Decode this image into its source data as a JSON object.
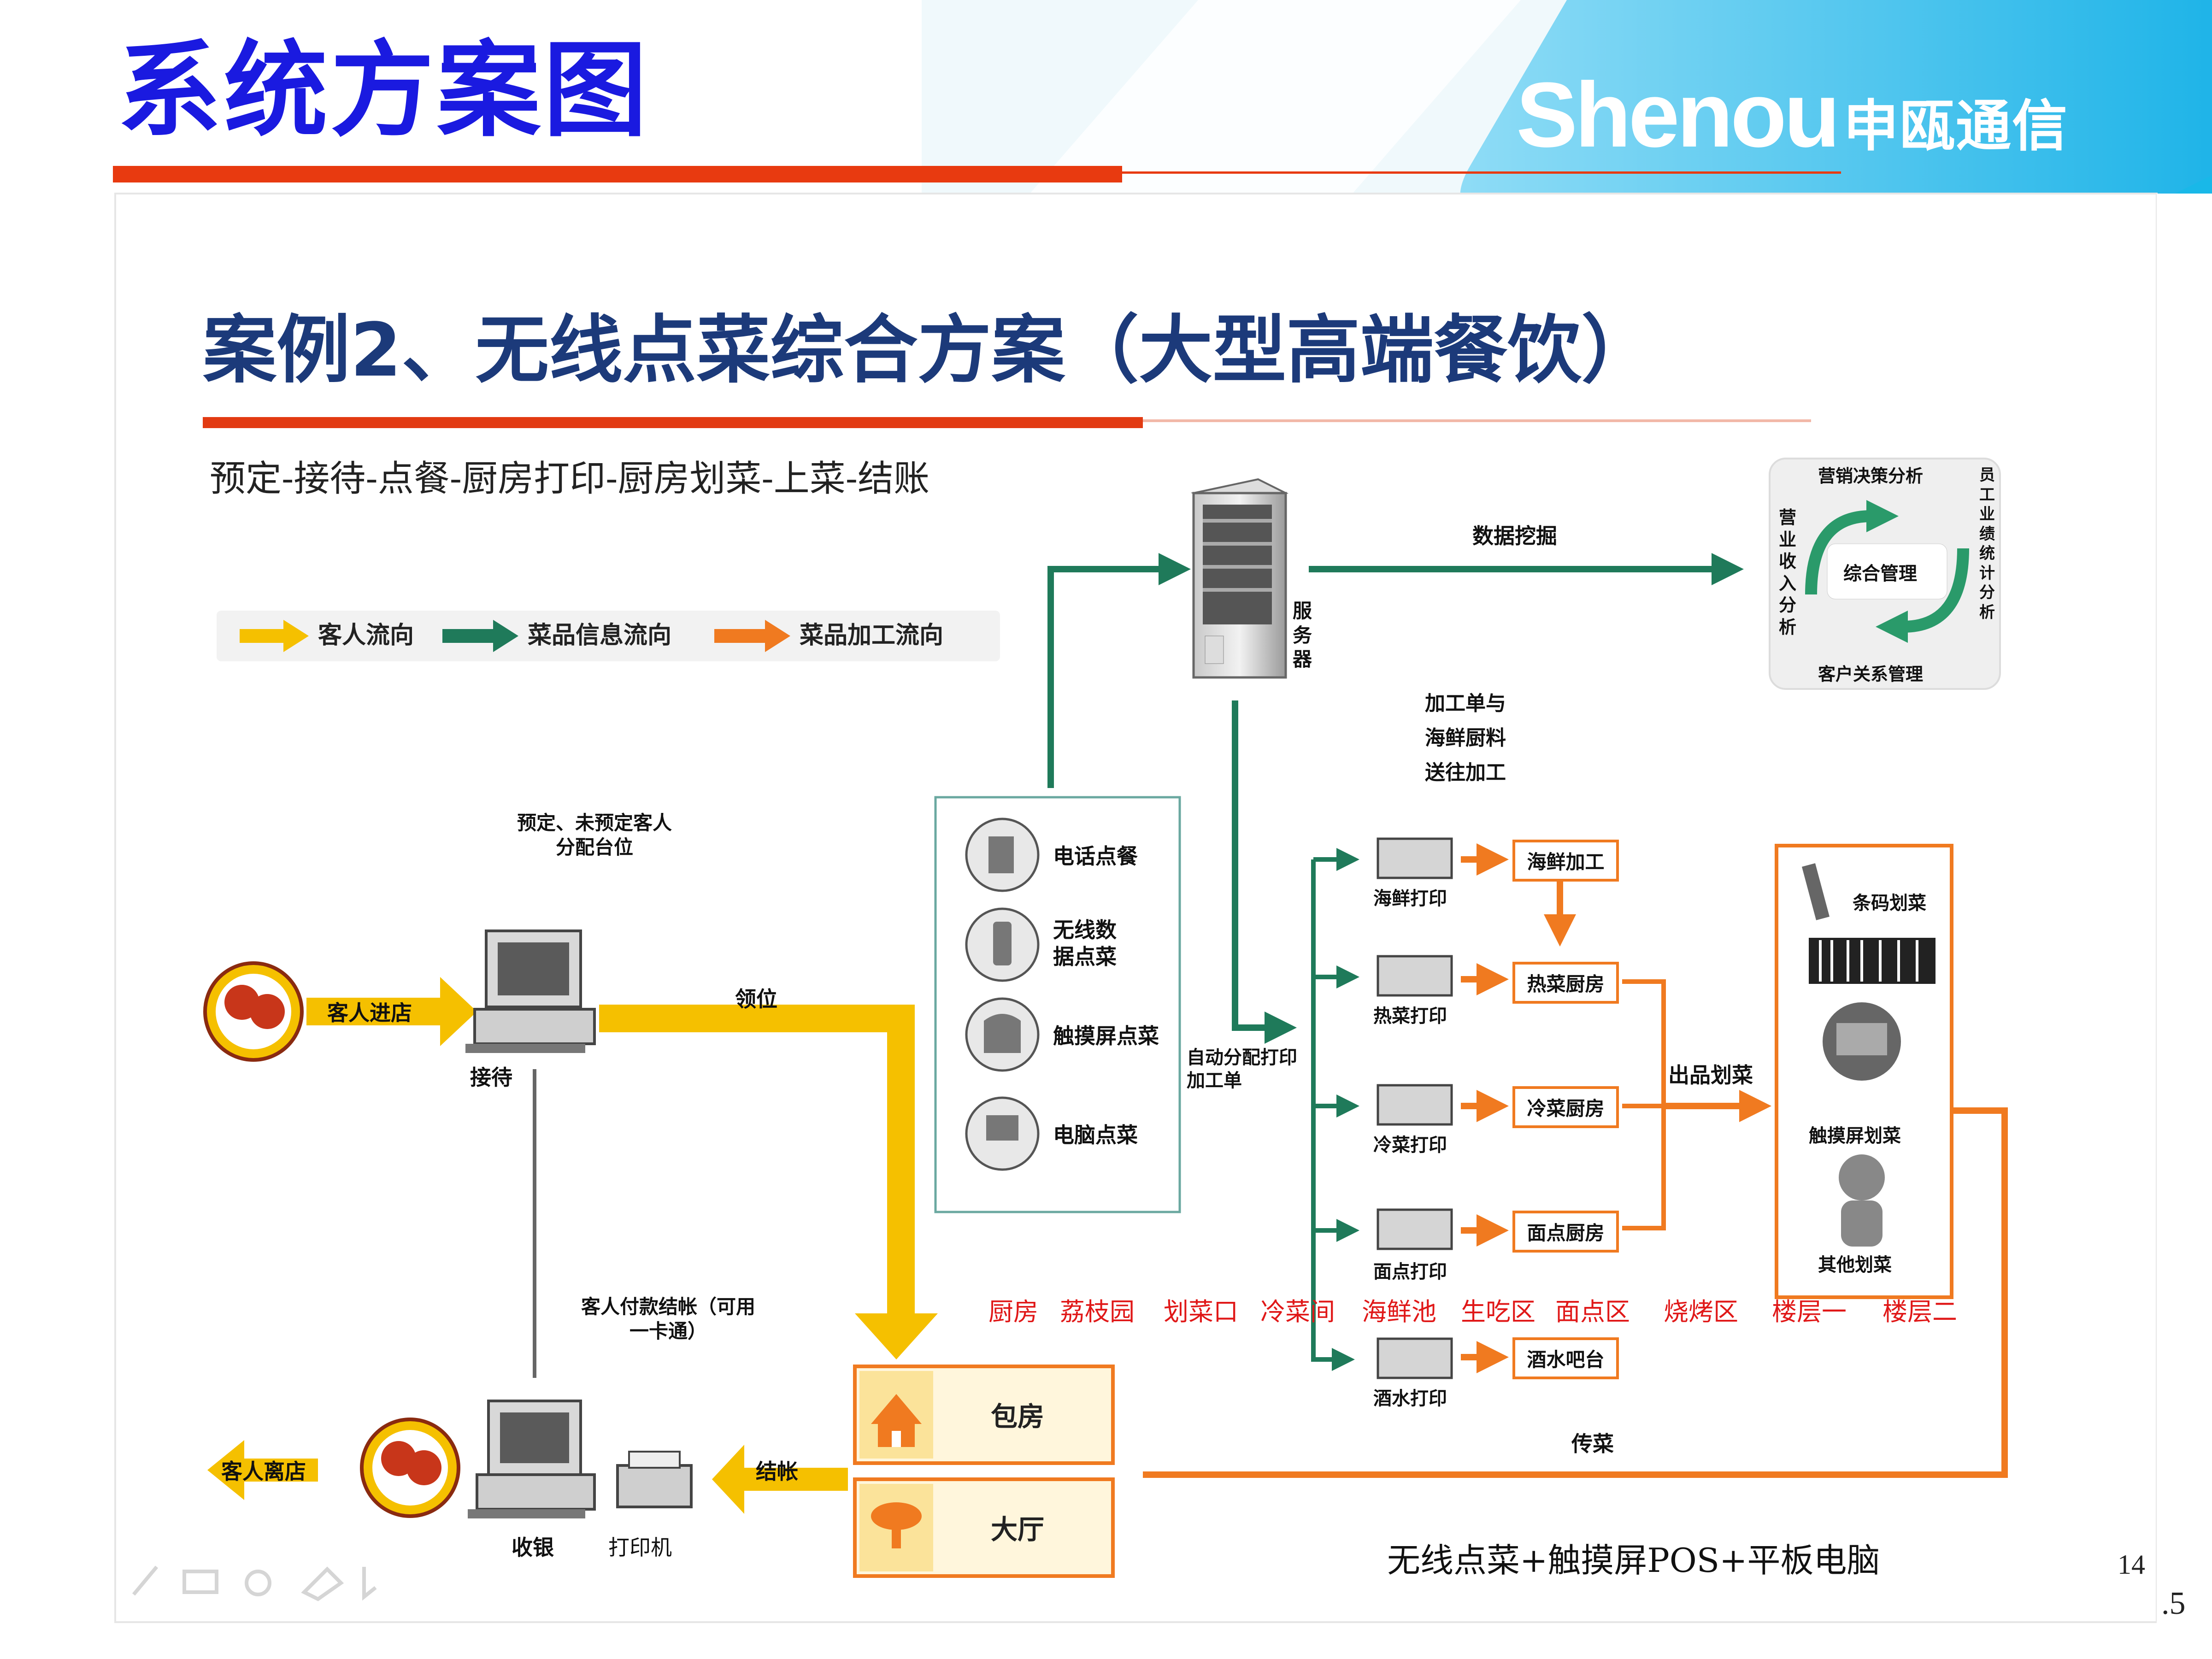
{
  "slide": {
    "title": "系统方案图",
    "brand": "Shenou",
    "brand_cn": "申瓯通信",
    "page_number": "14",
    "page_suffix": ".5"
  },
  "diagram": {
    "case_title": "案例2、无线点菜综合方案（大型高端餐饮）",
    "flow_steps": "预定-接待-点餐-厨房打印-厨房划菜-上菜-结账",
    "legend": [
      "客人流向",
      "菜品信息流向",
      "菜品加工流向"
    ],
    "server_label": "服务器",
    "data_mining": "数据挖掘",
    "analysis": {
      "top": "营销决策分析",
      "left": "营业收入分析",
      "right": "员工业绩统计分析",
      "center": "综合管理",
      "bottom": "客户关系管理"
    },
    "process_note": "加工单与海鲜厨料送往加工",
    "reception_note": "预定、未预定客人分配台位",
    "guest_arrive": "客人进店",
    "guest_leave": "客人离店",
    "reception_label": "接待",
    "lead_seat": "领位",
    "checkout_note": "客人付款结帐（可用一卡通）",
    "pay": "结帐",
    "cashier": "收银",
    "printer": "打印机",
    "rooms": [
      "包房",
      "大厅"
    ],
    "serve": "传菜",
    "order_methods": [
      "电话点餐",
      "无线数据点菜",
      "触摸屏点菜",
      "电脑点菜"
    ],
    "auto_dispatch": "自动分配打印加工单",
    "printers": [
      "海鲜打印",
      "热菜打印",
      "冷菜打印",
      "面点打印",
      "酒水打印"
    ],
    "kitchens": [
      "海鲜加工",
      "热菜厨房",
      "冷菜厨房",
      "面点厨房",
      "酒水吧台"
    ],
    "out_dish": "出品划菜",
    "dish_methods": [
      "条码划菜",
      "触摸屏划菜",
      "其他划菜"
    ],
    "red_areas": [
      "厨房",
      "荔枝园",
      "划菜口",
      "冷菜间",
      "海鲜池",
      "生吃区",
      "面点区",
      "烧烤区",
      "楼层一",
      "楼层二"
    ],
    "bottom_caption": "无线点菜+触摸屏POS+平板电脑"
  },
  "colors": {
    "title_blue": "#1a1ae0",
    "accent_red": "#e83a10",
    "brand_cyan": "#19b8e8",
    "flow_yellow": "#f5c000",
    "flow_green": "#1f7a5a",
    "flow_orange": "#f07a20"
  },
  "icons": [
    "server-icon",
    "computer-icon",
    "printer-icon",
    "phone-icon",
    "guest-icon",
    "house-icon",
    "barcode-icon",
    "person-icon"
  ]
}
